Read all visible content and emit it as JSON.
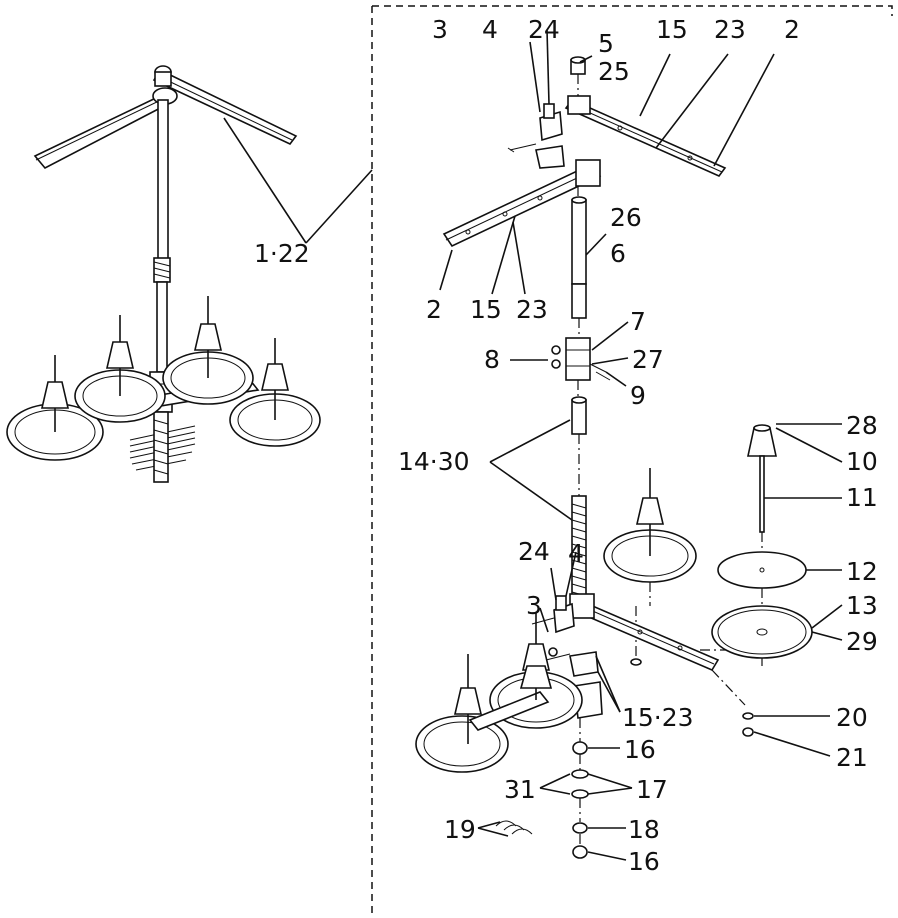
{
  "labels": {
    "top_3": "3",
    "top_4": "4",
    "top_24": "24",
    "top_5": "5",
    "top_25": "25",
    "top_15": "15",
    "top_23": "23",
    "top_2": "2",
    "assy_1_22": "1·22",
    "mid_26": "26",
    "mid_6": "6",
    "mid_2": "2",
    "mid_15": "15",
    "mid_23": "23",
    "mid_7": "7",
    "mid_8": "8",
    "mid_27": "27",
    "mid_9": "9",
    "mid_14_30": "14·30",
    "r_28": "28",
    "r_10": "10",
    "r_11": "11",
    "r_12": "12",
    "r_13": "13",
    "r_29": "29",
    "low_24": "24",
    "low_4": "4",
    "low_3": "3",
    "low_15_23": "15·23",
    "r_20": "20",
    "r_21": "21",
    "b_16a": "16",
    "b_17": "17",
    "b_31": "31",
    "b_18": "18",
    "b_19": "19",
    "b_16b": "16"
  }
}
